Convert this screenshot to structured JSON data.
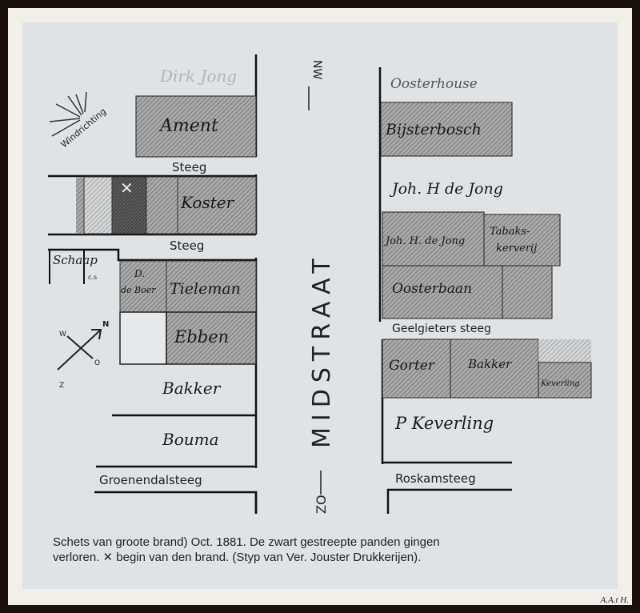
{
  "map": {
    "street_main": "MIDSTRAAT",
    "dir_north": "NW",
    "dir_south": "ZO",
    "wind_label": "Windrichting",
    "compass": {
      "n": "N",
      "w": "W",
      "o": "O",
      "z": "Z"
    },
    "west_side": {
      "top_faded": "Dirk Jong",
      "ament": "Ament",
      "steeg1": "Steeg",
      "koster": "Koster",
      "fire_origin": "✕",
      "steeg2": "Steeg",
      "schaap": "Schaap",
      "schaap_cs": "c.s",
      "de_boer_1": "D.",
      "de_boer_2": "de Boer",
      "tieleman": "Tieleman",
      "ebben": "Ebben",
      "bakker": "Bakker",
      "bouma": "Bouma",
      "groenendalsteeg": "Groenendalsteeg"
    },
    "east_side": {
      "top_faded": "Oosterhouse",
      "bijsterbosch": "Bijsterbosch",
      "joh_de_jong": "Joh. H de Jong",
      "joh_de_jong_small": "Joh. H. de Jong",
      "tabak_1": "Tabaks-",
      "tabak_2": "kerverij",
      "oosterbaan": "Oosterbaan",
      "geelgieters": "Geelgieters steeg",
      "gorter": "Gorter",
      "bakker": "Bakker",
      "keverling_small": "Keverling",
      "p_keverling": "P Keverling",
      "roskamsteeg": "Roskamsteeg"
    }
  },
  "caption": {
    "line1": "Schets van groote brand) Oct. 1881. De zwart gestreepte panden gingen",
    "line2": "verloren. ✕ begin van den brand. (Styp van Ver. Jouster Drukkerijen)."
  },
  "signature": "A.A.t H."
}
